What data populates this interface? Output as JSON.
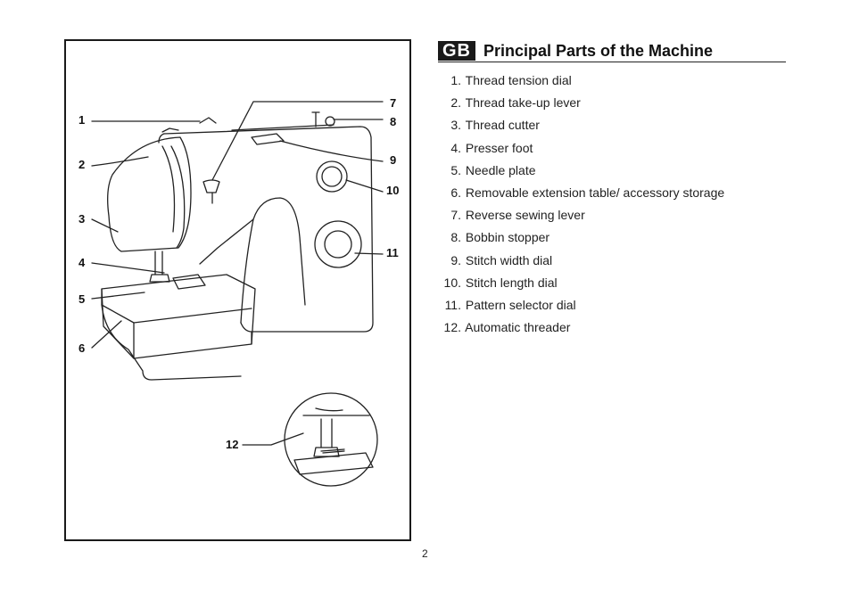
{
  "language_code": "GB",
  "title": "Principal Parts of the Machine",
  "parts": [
    {
      "num": "1.",
      "label": "Thread tension dial"
    },
    {
      "num": "2.",
      "label": "Thread take-up lever"
    },
    {
      "num": "3.",
      "label": "Thread cutter"
    },
    {
      "num": "4.",
      "label": "Presser foot"
    },
    {
      "num": "5.",
      "label": "Needle plate"
    },
    {
      "num": "6.",
      "label": "Removable extension table/ accessory storage"
    },
    {
      "num": "7.",
      "label": "Reverse sewing lever"
    },
    {
      "num": "8.",
      "label": "Bobbin stopper"
    },
    {
      "num": "9.",
      "label": "Stitch width dial"
    },
    {
      "num": "10.",
      "label": "Stitch length dial"
    },
    {
      "num": "11.",
      "label": "Pattern selector dial"
    },
    {
      "num": "12.",
      "label": "Automatic threader"
    }
  ],
  "figure": {
    "callouts": [
      "1",
      "2",
      "3",
      "4",
      "5",
      "6",
      "7",
      "8",
      "9",
      "10",
      "11",
      "12"
    ]
  },
  "page_number": "2"
}
